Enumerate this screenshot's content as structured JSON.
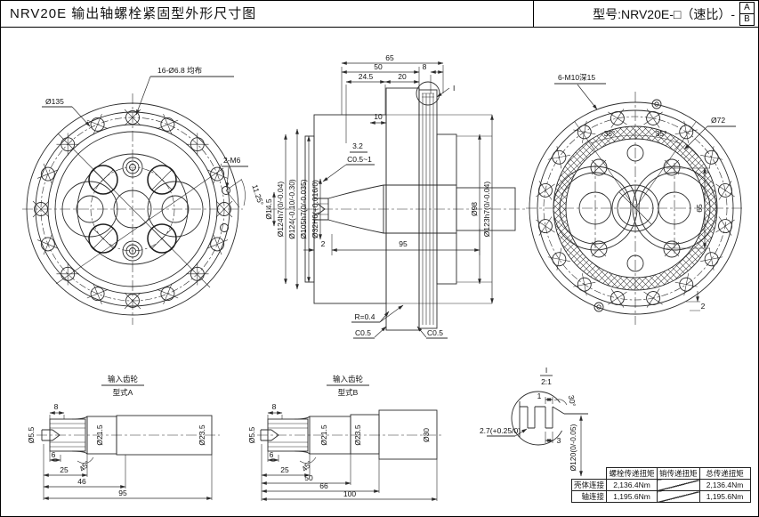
{
  "meta": {
    "line_color": "#2b2b2b",
    "background": "#ffffff"
  },
  "header": {
    "title": "NRV20E 输出轴螺栓紧固型外形尺寸图",
    "model": "型号:NRV20E-□（速比）-",
    "variant_top": "A",
    "variant_bottom": "B"
  },
  "front_view": {
    "holes": "16-Ø6.8 均布",
    "dia135": "Ø135",
    "m6": "2-M6",
    "angle": "11.25°"
  },
  "section_view": {
    "d65": "65",
    "d50": "50",
    "d8": "8",
    "d245": "24.5",
    "d20": "20",
    "d10": "10",
    "d32": "3.2",
    "c051": "C0.5~1",
    "detail_ref": "I",
    "d2": "2",
    "d95": "95",
    "r04": "R=0.4",
    "c05a": "C0.5",
    "c05b": "C0.5",
    "dia145": "Ø14.5",
    "dia124h7": "Ø124h7(0/-0.04)",
    "dia124": "Ø124(-0.10/-0.30)",
    "dia105h7": "Ø105h7(0/-0.035)",
    "dia32h6": "Ø32H6(+0.016/0)",
    "dia98": "Ø98",
    "dia123h7": "Ø123h7(0/-0.04)"
  },
  "rear_view": {
    "taps": "6-M10深15",
    "dia72": "Ø72",
    "a35l": "35°",
    "a35r": "35°",
    "d65": "65",
    "d2": "2"
  },
  "gear_a": {
    "title": "输入齿轮",
    "type": "型式A",
    "d8": "8",
    "dia55": "Ø5.5",
    "dia215": "Ø21.5",
    "dia235": "Ø23.5",
    "d6": "6",
    "a45": "45°",
    "d25": "25",
    "d46": "46",
    "d95": "95"
  },
  "gear_b": {
    "title": "输入齿轮",
    "type": "型式B",
    "d8": "8",
    "dia55": "Ø5.5",
    "dia215": "Ø21.5",
    "dia235": "Ø23.5",
    "dia30": "Ø30",
    "d6": "6",
    "a45": "45°",
    "d25": "25",
    "d50": "50",
    "d66": "66",
    "d100": "100"
  },
  "detail_i": {
    "ref": "I",
    "scale": "2:1",
    "d1": "1",
    "a30": "30°",
    "d27": "2.7(+0.25/0)",
    "d3": "3",
    "dia120": "Ø120(0/-0.05)"
  },
  "table": {
    "headers": [
      "",
      "螺栓传递扭矩",
      "销传递扭矩",
      "总传递扭矩"
    ],
    "rows": [
      {
        "label": "壳体连接",
        "bolt": "2,136.4Nm",
        "total": "2,136.4Nm"
      },
      {
        "label": "轴连接",
        "bolt": "1,195.6Nm",
        "total": "1,195.6Nm"
      }
    ]
  }
}
